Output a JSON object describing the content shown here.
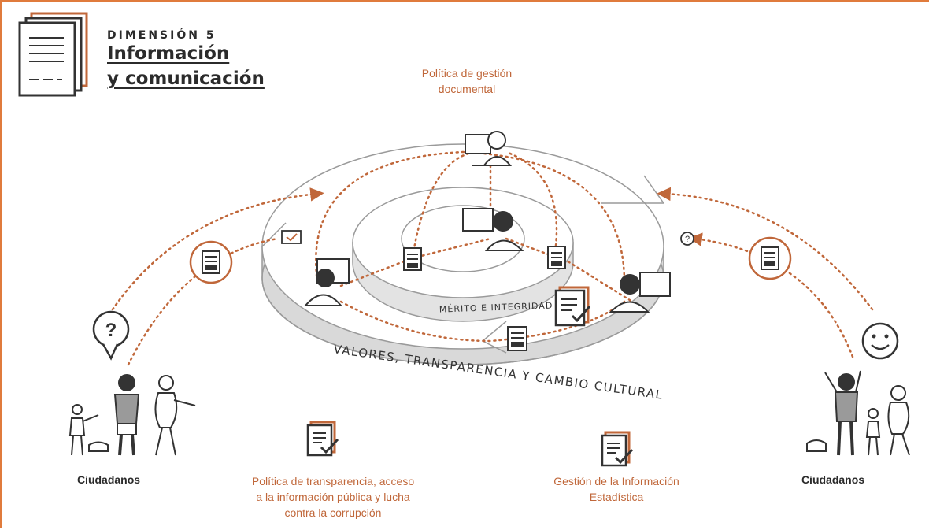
{
  "header": {
    "dimension_label": "DIMENSIÓN 5",
    "title_line1": "Información",
    "title_line2": "y comunicación"
  },
  "diagram": {
    "inner_ring_label": "MÉRITO E INTEGRIDAD",
    "outer_ring_label": "VALORES, TRANSPARENCIA Y CAMBIO CULTURAL",
    "policy_document_management": [
      "Política de gestión",
      "documental"
    ],
    "policy_transparency": [
      "Política de transparencia, acceso",
      "a la información pública y lucha",
      "contra la corrupción"
    ],
    "statistical_information": [
      "Gestión de la Información",
      "Estadística"
    ],
    "citizens_left": "Ciudadanos",
    "citizens_right": "Ciudadanos",
    "question_symbol": "?"
  },
  "colors": {
    "accent": "#c0673a",
    "frame": "#e07b3c",
    "ink": "#2b2b2b",
    "ring_side": "#d9d9d9"
  },
  "icons": [
    "document-stack-icon",
    "question-bubble-icon",
    "smiley-icon",
    "document-check-icon",
    "form-icon",
    "person-computer-icon",
    "chat-check-icon"
  ]
}
